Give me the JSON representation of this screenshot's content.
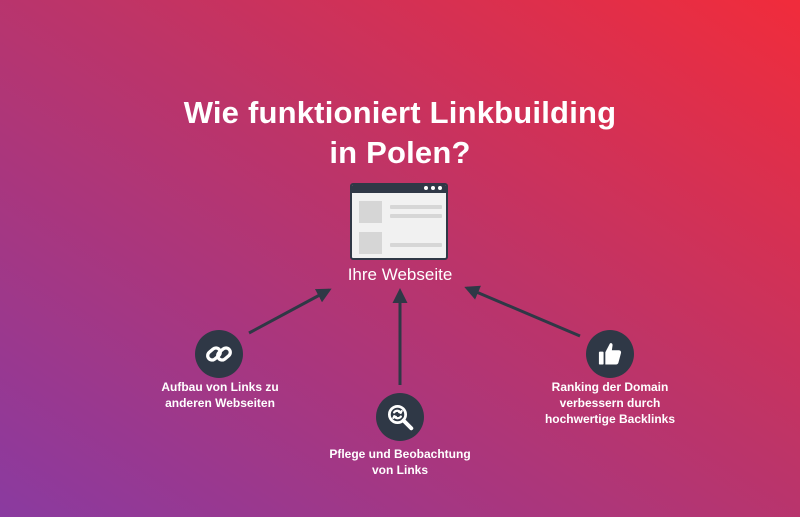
{
  "title": {
    "line1": "Wie funktioniert Linkbuilding",
    "line2": "in Polen?"
  },
  "center": {
    "label": "Ihre Webseite",
    "icon": "browser-window-icon"
  },
  "items": [
    {
      "icon": "link-chain-icon",
      "line1": "Aufbau von Links zu",
      "line2": "anderen Webseiten"
    },
    {
      "icon": "magnifier-refresh-icon",
      "line1": "Pflege und Beobachtung",
      "line2": "von Links"
    },
    {
      "icon": "thumbs-up-icon",
      "line1": "Ranking der Domain",
      "line2": "verbessern durch",
      "line3": "hochwertige Backlinks"
    }
  ],
  "colors": {
    "gradient_start": "#8c3a9e",
    "gradient_mid": "#c03366",
    "gradient_end": "#ec2c3e",
    "icon_circle": "#2f3846",
    "arrow": "#2f3846",
    "text": "#ffffff"
  }
}
